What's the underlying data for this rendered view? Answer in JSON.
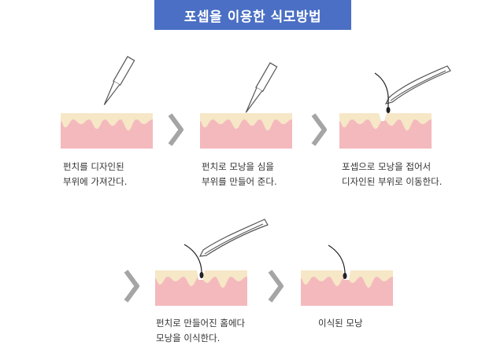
{
  "title": "포셉을 이용한 식모방법",
  "steps": [
    {
      "caption": [
        "펀치를 디자인된",
        "부위에 가져간다."
      ],
      "tool": "punch"
    },
    {
      "caption": [
        "펀치로 모낭을 심을",
        "부위를 만들어 준다."
      ],
      "tool": "punch"
    },
    {
      "caption": [
        "포셉으로 모낭을 접어서",
        "디자인된 부위로 이동한다."
      ],
      "tool": "forceps"
    },
    {
      "caption": [
        "펀치로 만들어진 홈에다",
        "모낭을 이식한다."
      ],
      "tool": "forceps"
    },
    {
      "caption": [
        "이식된 모낭"
      ],
      "tool": "none"
    }
  ],
  "colors": {
    "title_bg": "#4a6fc4",
    "skin_top": "#f6e7c6",
    "skin": "#f4b9bd",
    "arrow": "#a5a5a5",
    "tool_stroke": "#555555",
    "hair": "#222222"
  }
}
